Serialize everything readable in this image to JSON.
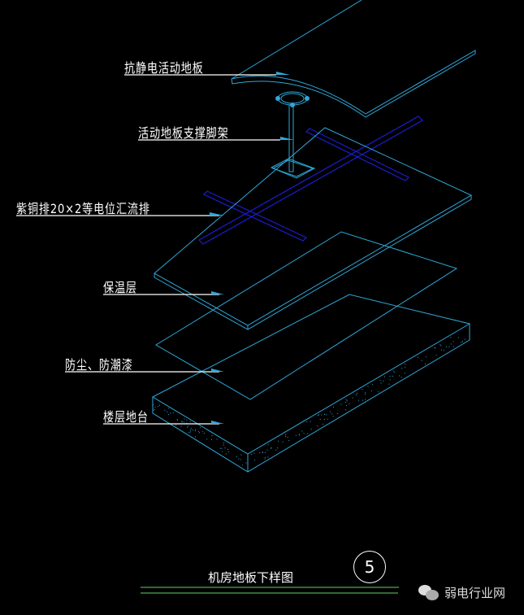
{
  "labels": {
    "antistatic_floor": "抗静电活动地板",
    "floor_support": "活动地板支撑脚架",
    "copper_busbar": "紫铜排20×2等电位汇流排",
    "insulation_layer": "保温层",
    "dust_moisture_paint": "防尘、防潮漆",
    "floor_slab": "楼层地台"
  },
  "title": "机房地板下样图",
  "drawing_number": "5",
  "watermark": "弱电行业网",
  "colors": {
    "outline": "#2fa7d8",
    "busbar": "#1c1cd0",
    "leader": "#ffffff",
    "title_line": "#5fd35f"
  }
}
